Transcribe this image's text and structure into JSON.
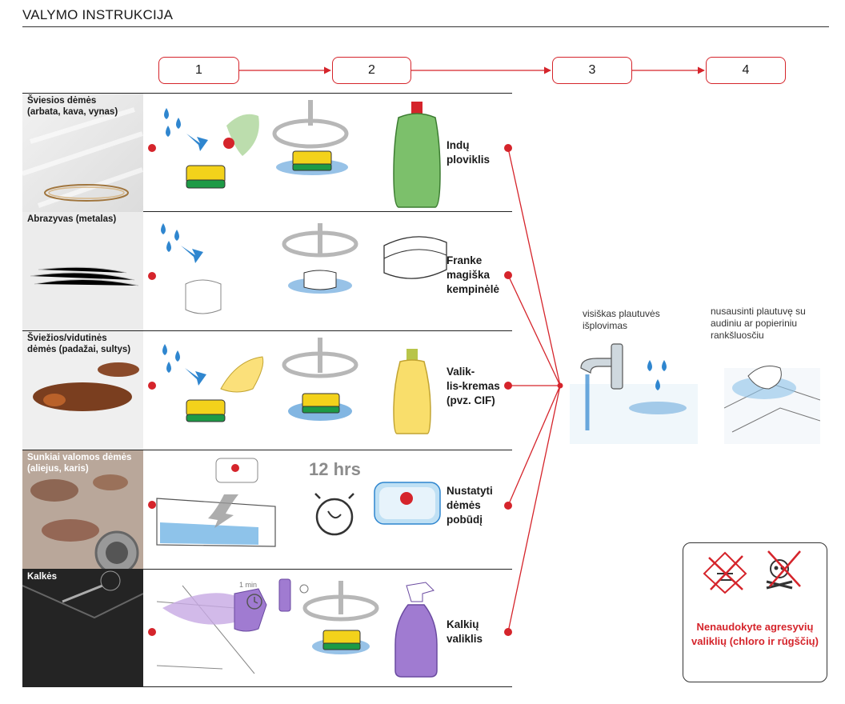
{
  "page": {
    "title": "VALYMO INSTRUKCIJA"
  },
  "steps": [
    "1",
    "2",
    "3",
    "4"
  ],
  "rows": [
    {
      "label": "Šviesios dėmės\n(arbata, kava, vynas)",
      "product": "Indų\nploviklis"
    },
    {
      "label": "Abrazyvas (metalas)",
      "product": "Franke\nmagiška\nkempinėlė"
    },
    {
      "label": "Šviežios/vidutinės\ndėmės (padažai, sultys)",
      "product": "Valik-\nlis-kremas\n(pvz. CIF)"
    },
    {
      "label": "Sunkiai valomos dėmės\n(aliejus, karis)",
      "product": "Nustatyti\ndėmės\npobūdį"
    },
    {
      "label": "Kalkės",
      "product": "Kalkių\nvaliklis"
    }
  ],
  "overnight": {
    "label": "12 hrs"
  },
  "timer": {
    "label": "1 min"
  },
  "step3": {
    "text": "visiškas plautuvės\nišplovimas"
  },
  "step4": {
    "text": "nusausinti plautuvę su\naudiniu ar popieriniu\nrankšluosčiu"
  },
  "warning": {
    "text": "Nenaudokyte agresyvių\nvaliklių (chloro ir rūgščių)"
  },
  "colors": {
    "accent": "#d5242b",
    "water": "#2f86cf",
    "sponge_yellow": "#f3d21b",
    "sponge_green": "#1d9a46"
  }
}
